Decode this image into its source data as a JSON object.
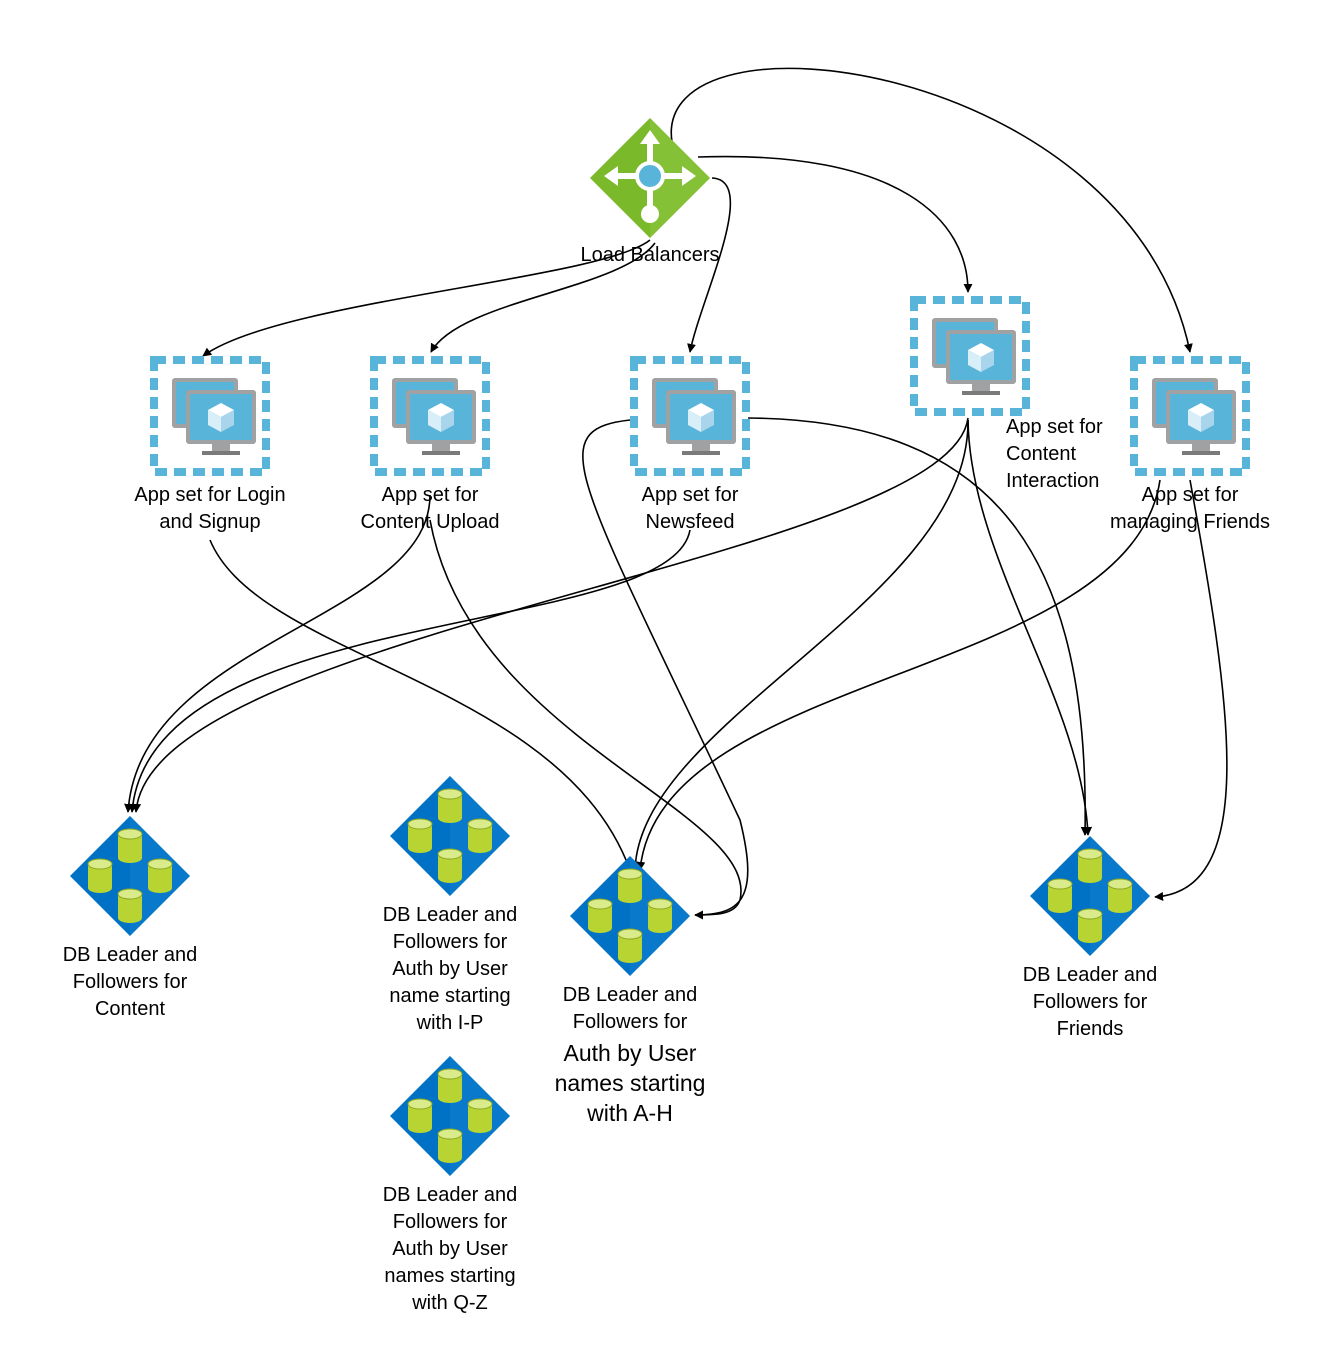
{
  "nodes": {
    "load_balancer": {
      "label": "Load Balancers",
      "icon": "load-balancer-icon"
    },
    "app_login": {
      "label": "App set for Login\nand Signup",
      "icon": "app-set-icon"
    },
    "app_upload": {
      "label": "App set for\nContent Upload",
      "icon": "app-set-icon"
    },
    "app_newsfeed": {
      "label": "App set for\nNewsfeed",
      "icon": "app-set-icon"
    },
    "app_interaction": {
      "label": "App set for\nContent\nInteraction",
      "icon": "app-set-icon"
    },
    "app_friends": {
      "label": "App set for\nmanaging Friends",
      "icon": "app-set-icon"
    },
    "db_content": {
      "label": "DB Leader and\nFollowers for\nContent",
      "icon": "database-cluster-icon"
    },
    "db_auth_ip": {
      "label": "DB Leader and\nFollowers for\nAuth by User\nname starting\nwith I-P",
      "icon": "database-cluster-icon"
    },
    "db_auth_ah_small": {
      "label": "DB Leader and\nFollowers for",
      "icon": "database-cluster-icon"
    },
    "db_auth_ah_big": {
      "label": "Auth by User\nnames starting\nwith A-H"
    },
    "db_auth_qz": {
      "label": "DB Leader and\nFollowers for\nAuth by User\nnames starting\nwith Q-Z",
      "icon": "database-cluster-icon"
    },
    "db_friends": {
      "label": "DB Leader and\nFollowers for\nFriends",
      "icon": "database-cluster-icon"
    }
  },
  "edges": [
    {
      "from": "load_balancer",
      "to": "app_login"
    },
    {
      "from": "load_balancer",
      "to": "app_upload"
    },
    {
      "from": "load_balancer",
      "to": "app_newsfeed"
    },
    {
      "from": "load_balancer",
      "to": "app_interaction"
    },
    {
      "from": "load_balancer",
      "to": "app_friends"
    },
    {
      "from": "app_login",
      "to": "db_auth_ah"
    },
    {
      "from": "app_upload",
      "to": "db_content"
    },
    {
      "from": "app_upload",
      "to": "db_auth_ah"
    },
    {
      "from": "app_newsfeed",
      "to": "db_content"
    },
    {
      "from": "app_newsfeed",
      "to": "db_auth_ah"
    },
    {
      "from": "app_newsfeed",
      "to": "db_friends"
    },
    {
      "from": "app_interaction",
      "to": "db_content"
    },
    {
      "from": "app_interaction",
      "to": "db_auth_ah"
    },
    {
      "from": "app_interaction",
      "to": "db_friends"
    },
    {
      "from": "app_friends",
      "to": "db_auth_ah"
    },
    {
      "from": "app_friends",
      "to": "db_friends"
    }
  ],
  "colors": {
    "load_balancer_fill": "#7ab929",
    "load_balancer_hub": "#59b4d9",
    "app_border": "#59b4d9",
    "monitor_frame": "#a0a1a2",
    "monitor_screen": "#59b4d9",
    "db_tile": "#0072c6",
    "db_cylinder": "#b8d432",
    "edge": "#000000"
  }
}
